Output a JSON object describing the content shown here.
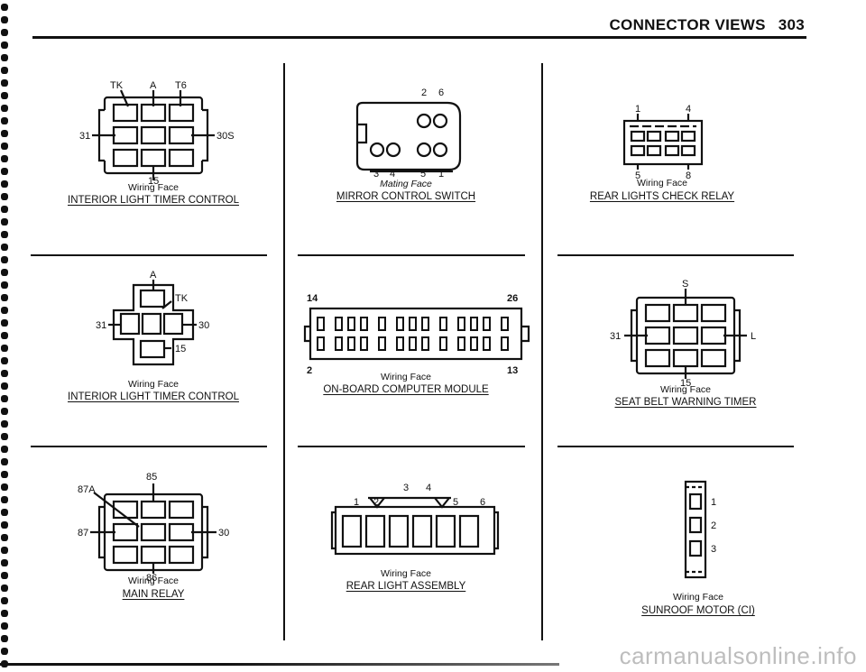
{
  "header": {
    "title": "CONNECTOR VIEWS",
    "page_number": "303"
  },
  "connectors": [
    {
      "face": "Wiring Face",
      "name": "INTERIOR LIGHT TIMER CONTROL",
      "pins": [
        "TK",
        "A",
        "T6",
        "31",
        "30S",
        "15"
      ]
    },
    {
      "face": "Mating Face",
      "name": "MIRROR CONTROL SWITCH",
      "pins": [
        "2",
        "6",
        "3",
        "4",
        "5",
        "1"
      ]
    },
    {
      "face": "Wiring Face",
      "name": "REAR LIGHTS CHECK RELAY",
      "pins": [
        "1",
        "4",
        "5",
        "8"
      ]
    },
    {
      "face": "Wiring Face",
      "name": "INTERIOR LIGHT TIMER CONTROL",
      "pins": [
        "A",
        "TK",
        "31",
        "30",
        "15"
      ]
    },
    {
      "face": "Wiring Face",
      "name": "ON-BOARD COMPUTER MODULE",
      "pins": [
        "14",
        "26",
        "2",
        "13"
      ]
    },
    {
      "face": "Wiring Face",
      "name": "SEAT BELT WARNING TIMER",
      "pins": [
        "S",
        "31",
        "L",
        "15"
      ]
    },
    {
      "face": "Wiring Face",
      "name": "MAIN RELAY",
      "pins": [
        "87A",
        "85",
        "87",
        "30",
        "86"
      ]
    },
    {
      "face": "Wiring Face",
      "name": "REAR LIGHT ASSEMBLY",
      "pins": [
        "3",
        "4",
        "1",
        "2",
        "5",
        "6"
      ]
    },
    {
      "face": "Wiring Face",
      "name": "SUNROOF MOTOR (CI)",
      "pins": [
        "1",
        "2",
        "3"
      ]
    }
  ],
  "watermark": "carmanualsonline.info"
}
